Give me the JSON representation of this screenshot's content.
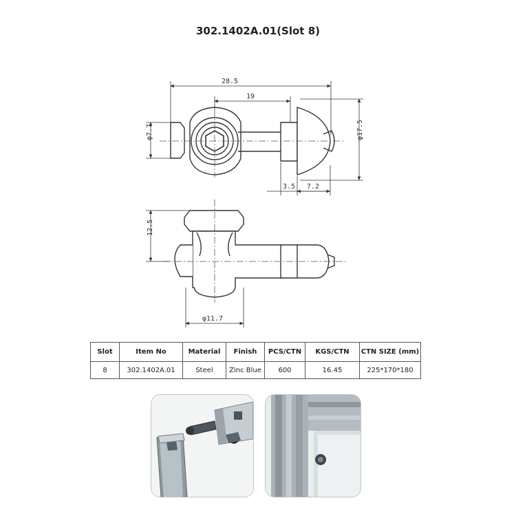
{
  "title": "302.1402A.01(Slot 8)",
  "dimensions": {
    "top_length_total": "28.5",
    "top_length_inner": "19",
    "left_diameter": "φ7.7",
    "right_diameter": "φ17.5",
    "bottom_left": "3.5",
    "bottom_right": "7.2",
    "side_height": "12.5",
    "side_diameter": "φ11.7"
  },
  "table": {
    "headers": [
      "Slot",
      "Item No",
      "Material",
      "Finish",
      "PCS/CTN",
      "KGS/CTN",
      "CTN SIZE (mm)"
    ],
    "rows": [
      [
        "8",
        "302.1402A.01",
        "Steel",
        "Zinc Blue",
        "600",
        "16.45",
        "225*170*180"
      ]
    ]
  },
  "photos": {
    "left": "assembly-photo",
    "right": "installed-photo"
  }
}
